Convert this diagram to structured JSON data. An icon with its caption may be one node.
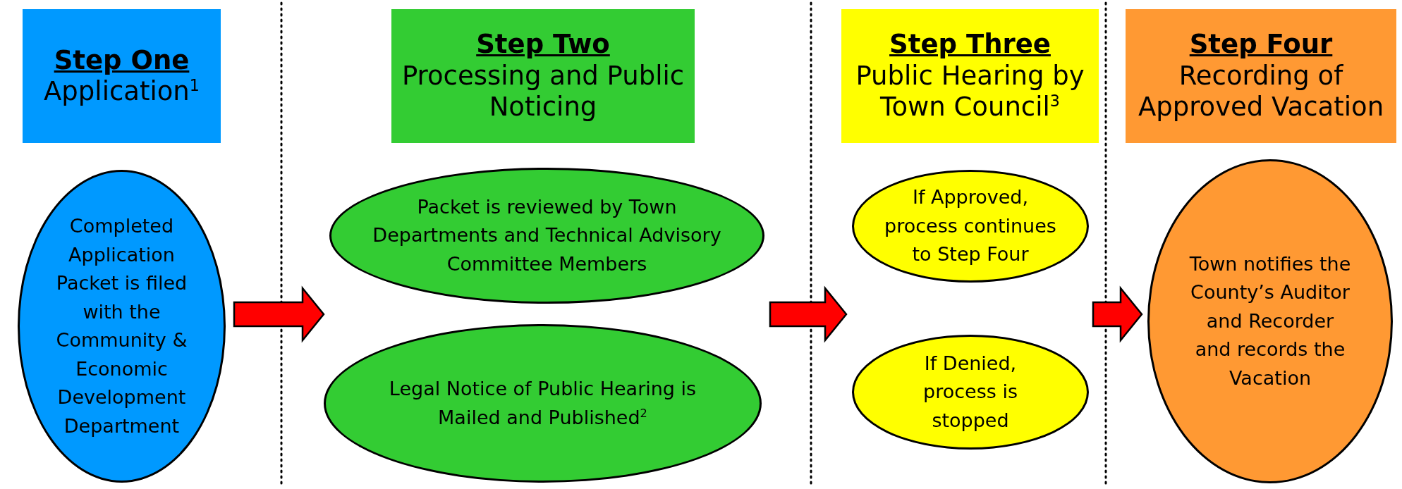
{
  "diagram": {
    "nodes": [
      {
        "text": [
          "Step One",
          "Application$^{1}$"
        ]
      },
      {
        "text": [
          "Completed Application Packet is filed with the Community & Economic Development Department"
        ]
      },
      {
        "text": [
          "Step Two",
          "Processing and Public Noticing"
        ]
      },
      {
        "text": [
          "Packet is reviewed by Town Departments and Technical Advisory Committee Members"
        ]
      },
      {
        "text": [
          "Legal Notice of Public Hearing is Mailed and Published$^{2}$"
        ]
      },
      {
        "text": [
          "Step Three",
          "Public Hearing by Town Council$^{3}$"
        ]
      },
      {
        "text": [
          "If Approved, process continues to Step Four"
        ]
      },
      {
        "text": [
          "If Denied, process is stopped"
        ]
      },
      {
        "text": [
          "Step Four",
          "Recording of Approved Vacation"
        ]
      },
      {
        "text": [
          "Town notifies the County’s Auditor and Recorder and records the Vacation"
        ]
      }
    ],
    "edges": [
      {
        "from": 1,
        "to": 3,
        "arrow": "to"
      },
      {
        "from": 4,
        "to": 6,
        "arrow": "to"
      },
      {
        "from": 6,
        "to": 9,
        "arrow": "to"
      }
    ]
  }
}
